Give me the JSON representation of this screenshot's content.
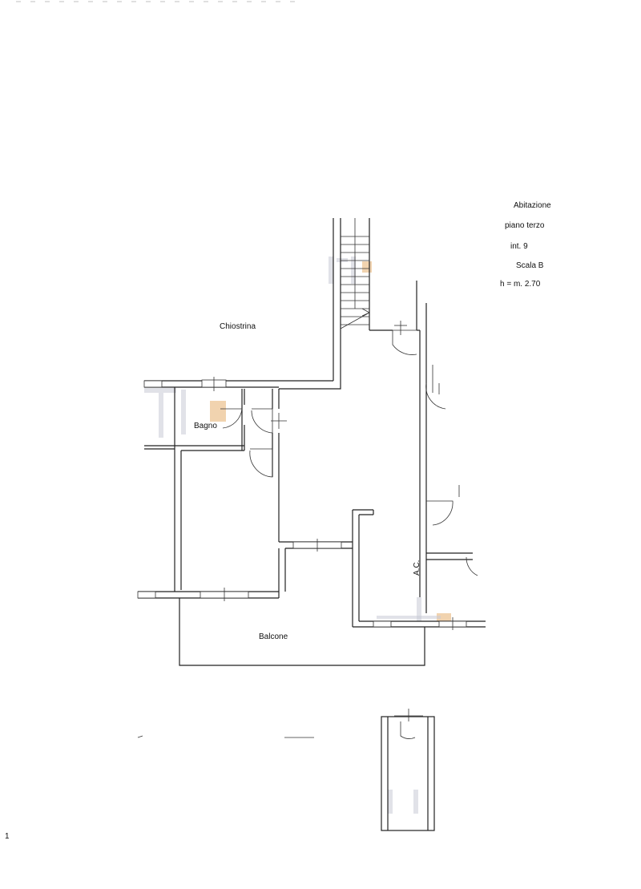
{
  "info": {
    "line1": "Abitazione",
    "line2": "piano terzo",
    "line3": "int. 9",
    "line4": "Scala B",
    "line5": "h = m. 2.70"
  },
  "rooms": {
    "chiostrina": "Chiostrina",
    "bagno": "Bagno",
    "balcone": "Balcone",
    "ac": "A.C."
  },
  "edge_mark": "1"
}
